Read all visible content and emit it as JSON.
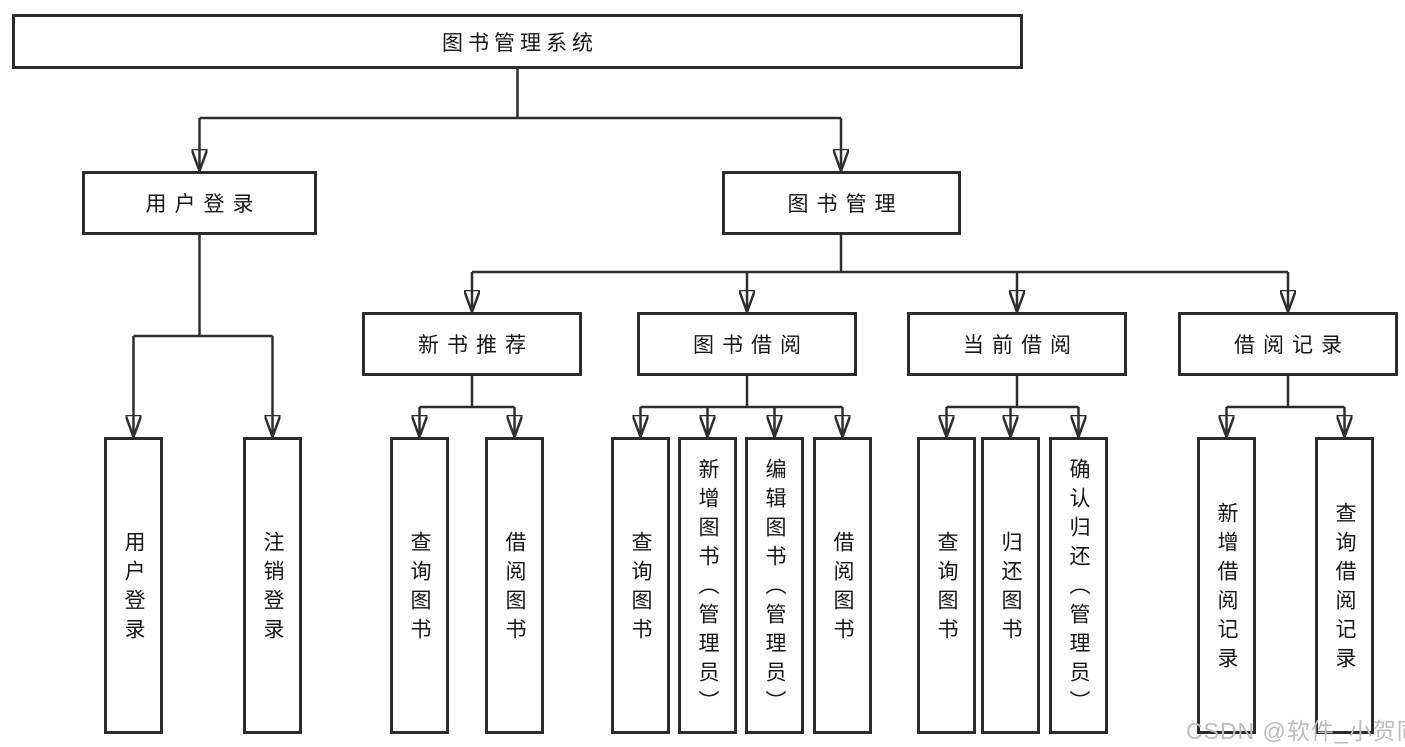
{
  "tree": {
    "root": {
      "label": "图书管理系统"
    },
    "level2": [
      {
        "label": "用户登录",
        "children": [
          {
            "label": "用户登录"
          },
          {
            "label": "注销登录"
          }
        ]
      },
      {
        "label": "图书管理",
        "groups": [
          {
            "label": "新书推荐",
            "children": [
              {
                "label": "查询图书"
              },
              {
                "label": "借阅图书"
              }
            ]
          },
          {
            "label": "图书借阅",
            "children": [
              {
                "label": "查询图书"
              },
              {
                "label": "新增图书（管理员）"
              },
              {
                "label": "编辑图书（管理员）"
              },
              {
                "label": "借阅图书"
              }
            ]
          },
          {
            "label": "当前借阅",
            "children": [
              {
                "label": "查询图书"
              },
              {
                "label": "归还图书"
              },
              {
                "label": "确认归还（管理员）"
              }
            ]
          },
          {
            "label": "借阅记录",
            "children": [
              {
                "label": "新增借阅记录"
              },
              {
                "label": "查询借阅记录"
              }
            ]
          }
        ]
      }
    ]
  },
  "watermark": "CSDN @软件_小贺同学",
  "colors": {
    "line": "#2e2e2e",
    "border": "#2b2b2b",
    "text": "#161616",
    "background": "#ffffff",
    "watermark": "#bcbcbc"
  }
}
